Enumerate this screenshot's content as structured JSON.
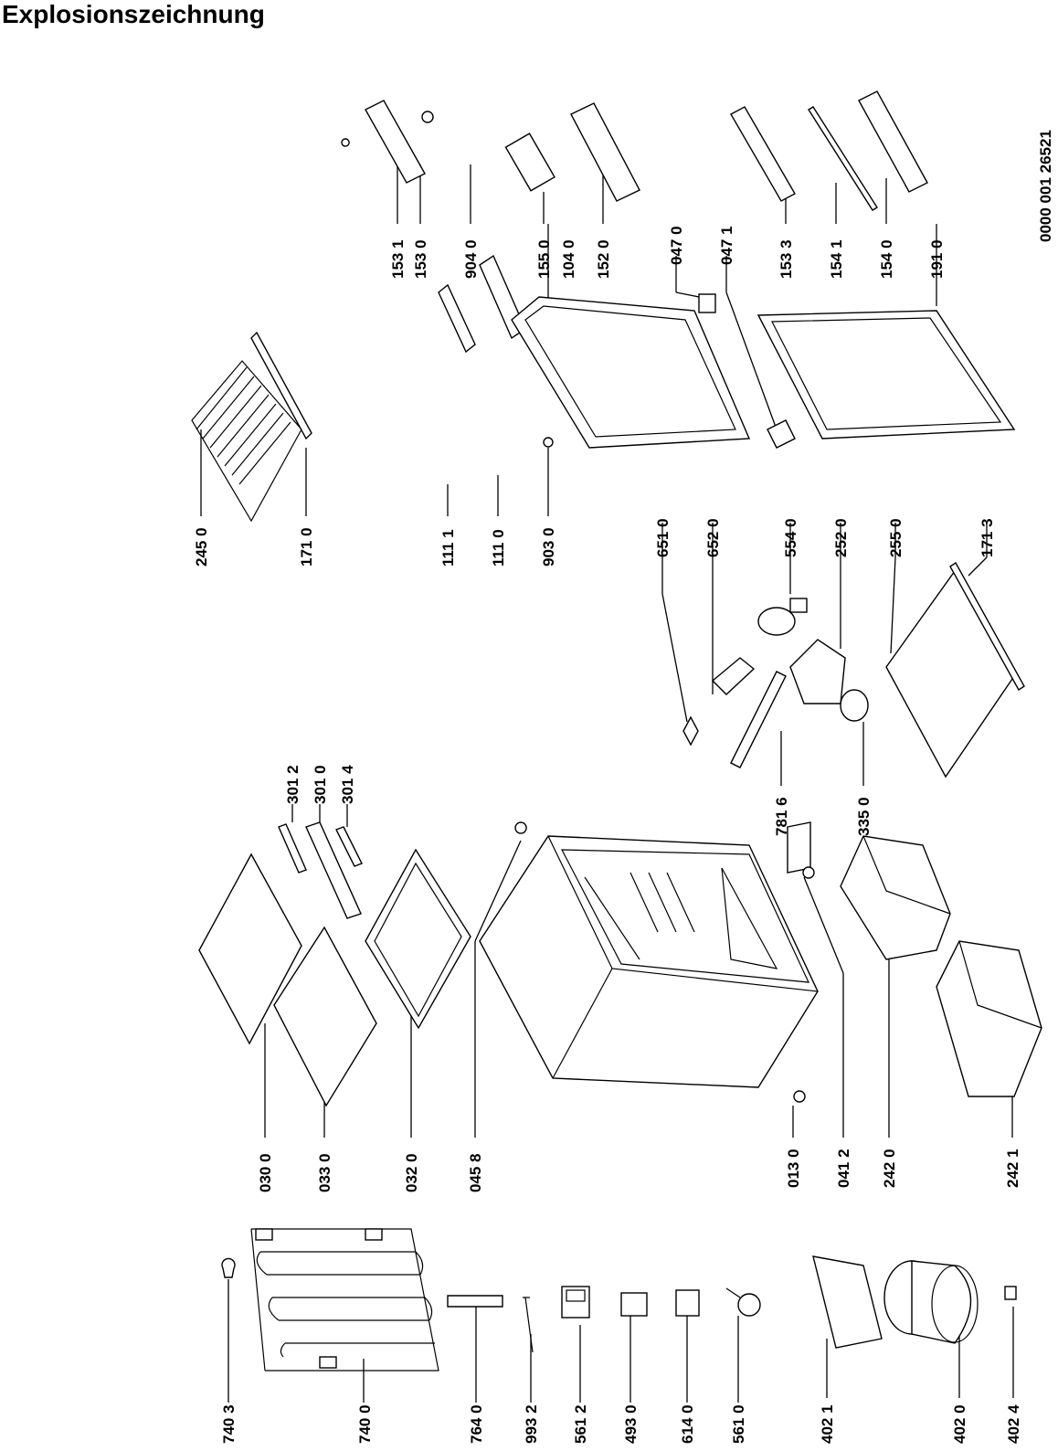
{
  "title": "Explosionszeichnung",
  "doc_number": "0000 001 26521",
  "parts": {
    "p7403": "740 3",
    "p7400": "740 0",
    "p7640": "764 0",
    "p9932": "993 2",
    "p5612": "561 2",
    "p4930": "493 0",
    "p6140": "614 0",
    "p5610": "561 0",
    "p4021": "402 1",
    "p4020": "402 0",
    "p4024": "402 4",
    "p0300": "030 0",
    "p0330": "033 0",
    "p0320": "032 0",
    "p0458": "045 8",
    "p0130": "013 0",
    "p0412": "041 2",
    "p2420": "242 0",
    "p2421": "242 1",
    "p2450": "245 0",
    "p1710": "171 0",
    "p1111": "111 1",
    "p1110": "111 0",
    "p9030": "903 0",
    "p6510": "651 0",
    "p6520": "652 0",
    "p5540": "554 0",
    "p2520": "252 0",
    "p2550": "255 0",
    "p1713": "171 3",
    "p3012": "301 2",
    "p3010": "301 0",
    "p3014": "301 4",
    "p7816": "781 6",
    "p3350": "335 0",
    "p1531": "153 1",
    "p1530": "153 0",
    "p9040": "904 0",
    "p1550": "155 0",
    "p1040": "104 0",
    "p1520": "152 0",
    "p0470": "047 0",
    "p0471": "047 1",
    "p1533": "153 3",
    "p1541": "154 1",
    "p1540": "154 0",
    "p1910": "191 0"
  }
}
